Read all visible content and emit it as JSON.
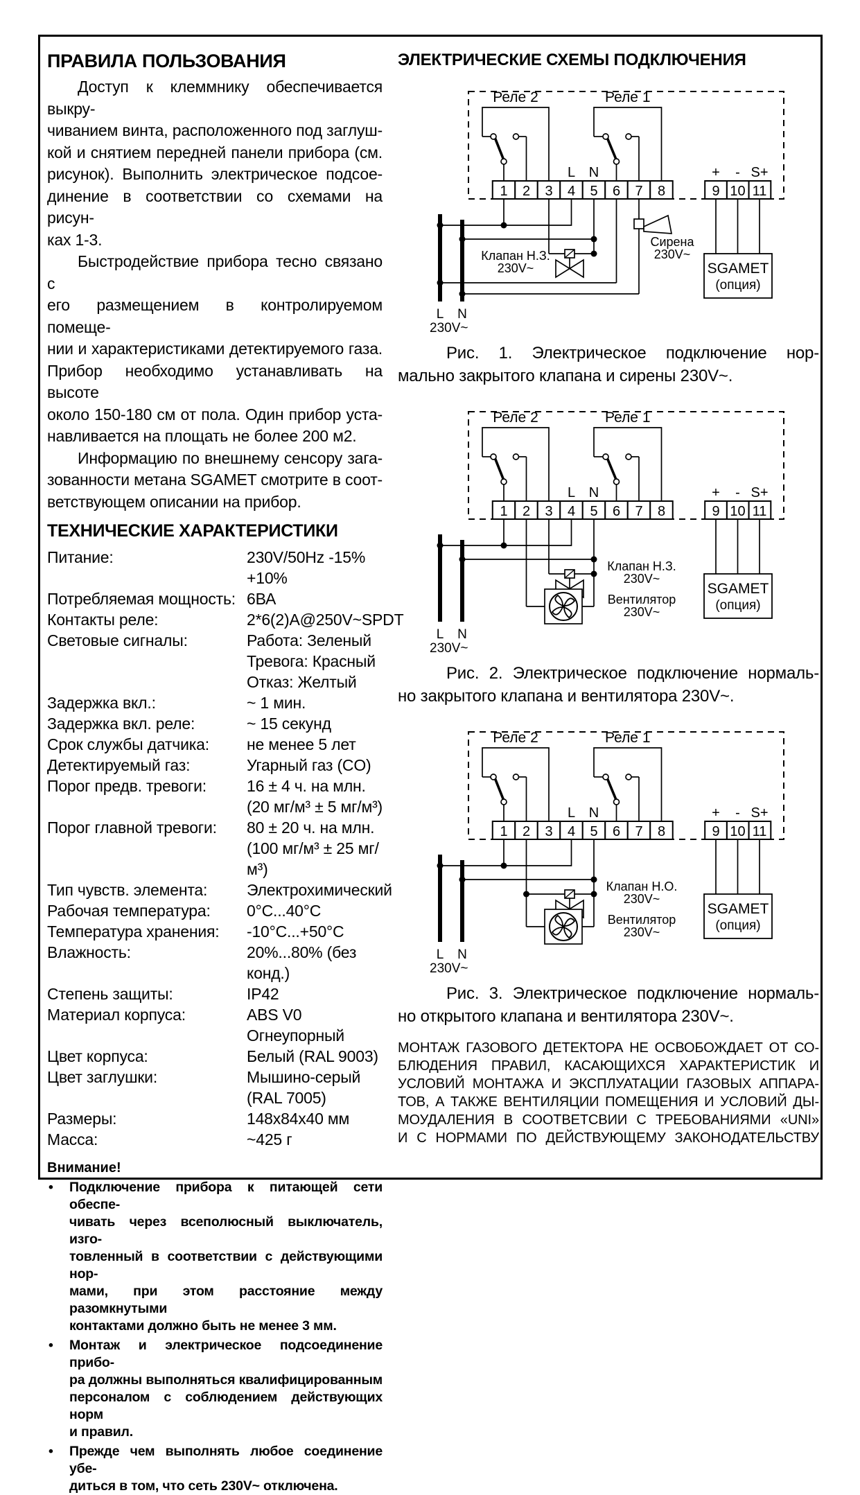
{
  "left": {
    "rules_title": "ПРАВИЛА ПОЛЬЗОВАНИЯ",
    "paragraphs": [
      [
        "Доступ к клеммнику обеспечивается выкру-",
        "чиванием винта, расположенного под заглуш-",
        "кой и снятием передней панели прибора (см.",
        "рисунок). Выполнить электрическое подсое-",
        "динение в соответствии со схемами на рисун-",
        "ках 1-3."
      ],
      [
        "Быстродействие прибора тесно связано с",
        "его размещением в контролируемом помеще-",
        "нии и характеристиками детектируемого газа.",
        "Прибор необходимо устанавливать на высоте",
        "около 150-180 см от пола. Один прибор уста-",
        "навливается на площать не более 200 м2."
      ],
      [
        "Информацию по внешнему сенсору зага-",
        "зованности метана SGAMET смотрите в соот-",
        "ветствующем описании на прибор."
      ]
    ],
    "specs_title": "ТЕХНИЧЕСКИЕ ХАРАКТЕРИСТИКИ",
    "specs": [
      {
        "label": "Питание:",
        "values": [
          "230V/50Hz -15% +10%"
        ]
      },
      {
        "label": "Потребляемая мощность:",
        "values": [
          "6ВА"
        ]
      },
      {
        "label": "Контакты реле:",
        "values": [
          "2*6(2)A@250V~SPDT"
        ]
      },
      {
        "label": "Световые сигналы:",
        "values": [
          "Работа: Зеленый",
          "Тревога: Красный",
          "Отказ: Желтый"
        ]
      },
      {
        "label": "Задержка вкл.:",
        "values": [
          "~ 1 мин."
        ]
      },
      {
        "label": "Задержка вкл. реле:",
        "values": [
          "~ 15 секунд"
        ]
      },
      {
        "label": "Срок службы датчика:",
        "values": [
          "не менее 5 лет"
        ]
      },
      {
        "label": "Детектируемый газ:",
        "values": [
          "Угарный газ (CO)"
        ]
      },
      {
        "label": "Порог предв. тревоги:",
        "values": [
          "16 ± 4 ч. на млн.",
          "(20 мг/м³ ± 5 мг/м³)"
        ]
      },
      {
        "label": "Порог главной тревоги:",
        "values": [
          "80 ± 20 ч. на млн.",
          "(100 мг/м³ ± 25 мг/м³)"
        ]
      },
      {
        "label": "Тип чувств. элемента:",
        "values": [
          "Электрохимический"
        ]
      },
      {
        "label": "Рабочая температура:",
        "values": [
          "0°C...40°C"
        ]
      },
      {
        "label": "Температура хранения:",
        "values": [
          "-10°C...+50°C"
        ]
      },
      {
        "label": "Влажность:",
        "values": [
          "20%...80% (без конд.)"
        ]
      },
      {
        "label": "Степень защиты:",
        "values": [
          "IP42"
        ]
      },
      {
        "label": "Материал корпуса:",
        "values": [
          "ABS V0 Огнеупорный"
        ]
      },
      {
        "label": "Цвет корпуса:",
        "values": [
          "Белый (RAL 9003)"
        ]
      },
      {
        "label": "Цвет заглушки:",
        "values": [
          "Мышино-серый (RAL 7005)"
        ]
      },
      {
        "label": "Размеры:",
        "values": [
          "148x84x40 мм"
        ]
      },
      {
        "label": "Масса:",
        "values": [
          "~425 г"
        ]
      }
    ],
    "warning_title": "Внимание!",
    "bullet_char": "•",
    "warnings": [
      [
        "Подключение прибора к питающей сети обеспе-",
        "чивать через всеполюсный выключатель, изго-",
        "товленный в соответствии с действующими нор-",
        "мами, при этом расстояние между разомкнутыми",
        "контактами должно быть не менее 3 мм."
      ],
      [
        "Монтаж и электрическое подсоединение прибо-",
        "ра должны выполняться квалифицированным",
        "персоналом с соблюдением действующих норм",
        "и правил."
      ],
      [
        "Прежде чем выполнять любое соединение убе-",
        "диться в том, что сеть 230V~ отключена."
      ]
    ]
  },
  "right": {
    "title": "ЭЛЕКТРИЧЕСКИЕ СХЕМЫ ПОДКЛЮЧЕНИЯ",
    "shared": {
      "relay2": "Реле 2",
      "relay1": "Реле 1",
      "terminals_main": [
        "1",
        "2",
        "3",
        "4",
        "5",
        "6",
        "7",
        "8"
      ],
      "terminals_aux": [
        "9",
        "10",
        "11"
      ],
      "l": "L",
      "n": "N",
      "plus": "+",
      "minus": "-",
      "splus": "S+",
      "sgamet": "SGAMET",
      "sgamet_sub": "(опция)",
      "mains": "230V~"
    },
    "figures": [
      {
        "num": "1",
        "caption": [
          "Рис. 1. Электрическое подключение нор-",
          "мально закрытого клапана и сирены 230V~."
        ],
        "valve_label": "Клапан Н.З.",
        "valve_volt": "230V~",
        "valve_from": "t3",
        "device": "siren",
        "device_label": "Сирена",
        "device_volt": "230V~"
      },
      {
        "num": "2",
        "caption": [
          "Рис. 2. Электрическое подключение нормаль-",
          "но закрытого клапана и вентилятора 230V~."
        ],
        "valve_label": "Клапан Н.З.",
        "valve_volt": "230V~",
        "valve_from": "t3",
        "device": "fan",
        "device_label": "Вентилятор",
        "device_volt": "230V~"
      },
      {
        "num": "3",
        "caption": [
          "Рис. 3. Электрическое подключение нормаль-",
          "но открытого клапана и вентилятора 230V~."
        ],
        "valve_label": "Клапан Н.О.",
        "valve_volt": "230V~",
        "valve_from": "t2",
        "device": "fan",
        "device_label": "Вентилятор",
        "device_volt": "230V~"
      }
    ],
    "footer_lines": [
      "МОНТАЖ ГАЗОВОГО ДЕТЕКТОРА НЕ ОСВОБОЖДАЕТ ОТ СО-",
      "БЛЮДЕНИЯ ПРАВИЛ, КАСАЮЩИХСЯ ХАРАКТЕРИСТИК И",
      "УСЛОВИЙ МОНТАЖА И ЭКСПЛУАТАЦИИ ГАЗОВЫХ АППАРА-",
      "ТОВ, А ТАКЖЕ ВЕНТИЛЯЦИИ ПОМЕЩЕНИЯ И УСЛОВИЙ ДЫ-",
      "МОУДАЛЕНИЯ В СООТВЕТСВИИ С ТРЕБОВАНИЯМИ «UNI»",
      "И С НОРМАМИ ПО ДЕЙСТВУЮЩЕМУ ЗАКОНОДАТЕЛЬСТВУ"
    ]
  }
}
